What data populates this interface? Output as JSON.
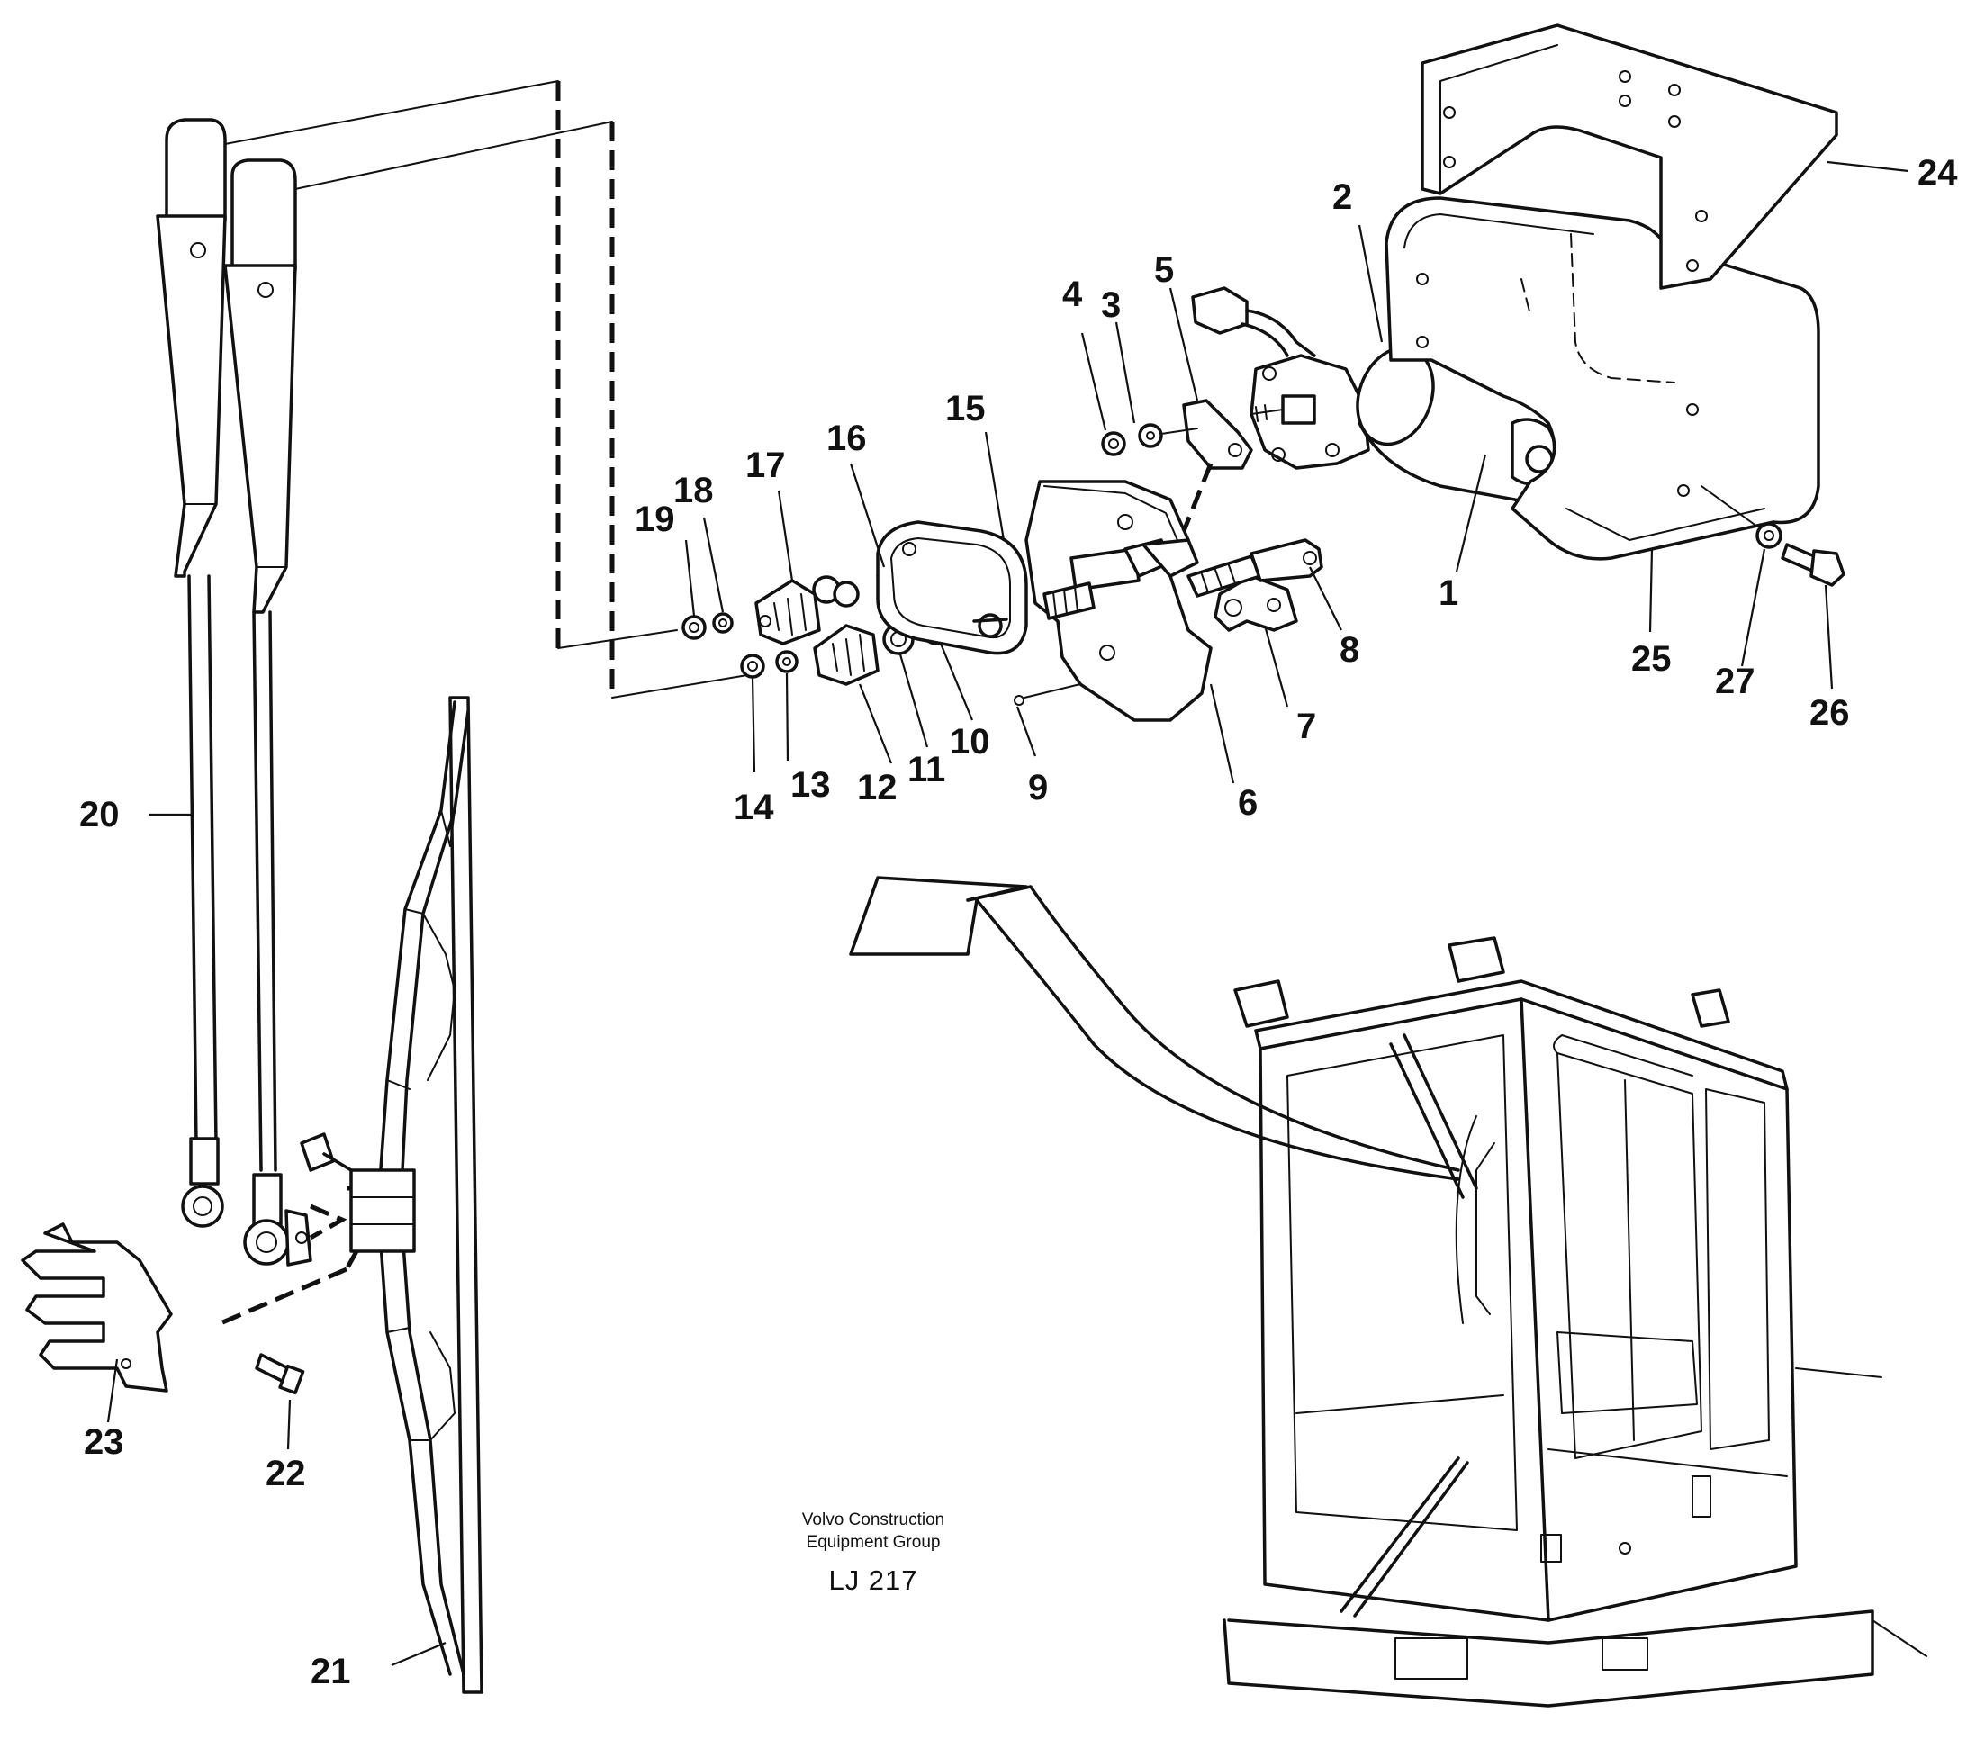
{
  "callouts": [
    {
      "id": "1",
      "label": "1"
    },
    {
      "id": "2",
      "label": "2"
    },
    {
      "id": "3",
      "label": "3"
    },
    {
      "id": "4",
      "label": "4"
    },
    {
      "id": "5",
      "label": "5"
    },
    {
      "id": "6",
      "label": "6"
    },
    {
      "id": "7",
      "label": "7"
    },
    {
      "id": "8",
      "label": "8"
    },
    {
      "id": "9",
      "label": "9"
    },
    {
      "id": "10",
      "label": "10"
    },
    {
      "id": "11",
      "label": "11"
    },
    {
      "id": "12",
      "label": "12"
    },
    {
      "id": "13",
      "label": "13"
    },
    {
      "id": "14",
      "label": "14"
    },
    {
      "id": "15",
      "label": "15"
    },
    {
      "id": "16",
      "label": "16"
    },
    {
      "id": "17",
      "label": "17"
    },
    {
      "id": "18",
      "label": "18"
    },
    {
      "id": "19",
      "label": "19"
    },
    {
      "id": "20",
      "label": "20"
    },
    {
      "id": "21",
      "label": "21"
    },
    {
      "id": "22",
      "label": "22"
    },
    {
      "id": "23",
      "label": "23"
    },
    {
      "id": "24",
      "label": "24"
    },
    {
      "id": "25",
      "label": "25"
    },
    {
      "id": "26",
      "label": "26"
    },
    {
      "id": "27",
      "label": "27"
    }
  ],
  "caption": {
    "company_line1": "Volvo Construction",
    "company_line2": "Equipment Group",
    "code": "LJ 217"
  }
}
